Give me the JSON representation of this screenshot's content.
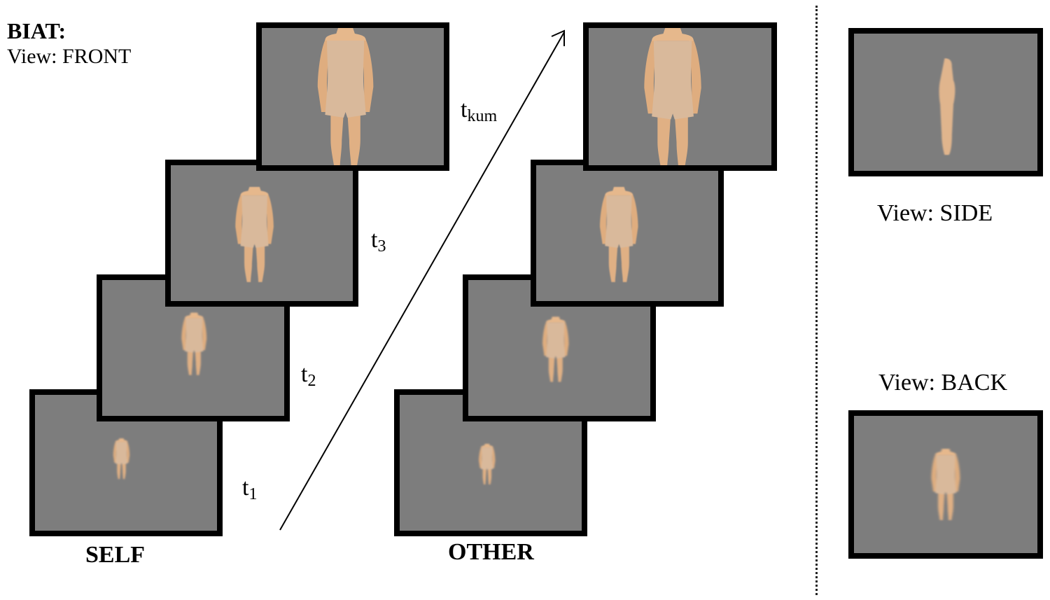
{
  "header": {
    "title": "BIAT:",
    "view": "View: FRONT"
  },
  "conditions": {
    "self": "SELF",
    "other": "OTHER"
  },
  "time_labels": {
    "t1": {
      "base": "t",
      "sub": "1"
    },
    "t2": {
      "base": "t",
      "sub": "2"
    },
    "t3": {
      "base": "t",
      "sub": "3"
    },
    "tkum": {
      "base": "t",
      "sub": "kum"
    }
  },
  "views": {
    "side": "View: SIDE",
    "back": "View: BACK"
  },
  "colors": {
    "screen_gray": "#7d7d7d",
    "frame_border": "#000000",
    "skin": "#e2b182",
    "garment": "#d8b89a"
  }
}
